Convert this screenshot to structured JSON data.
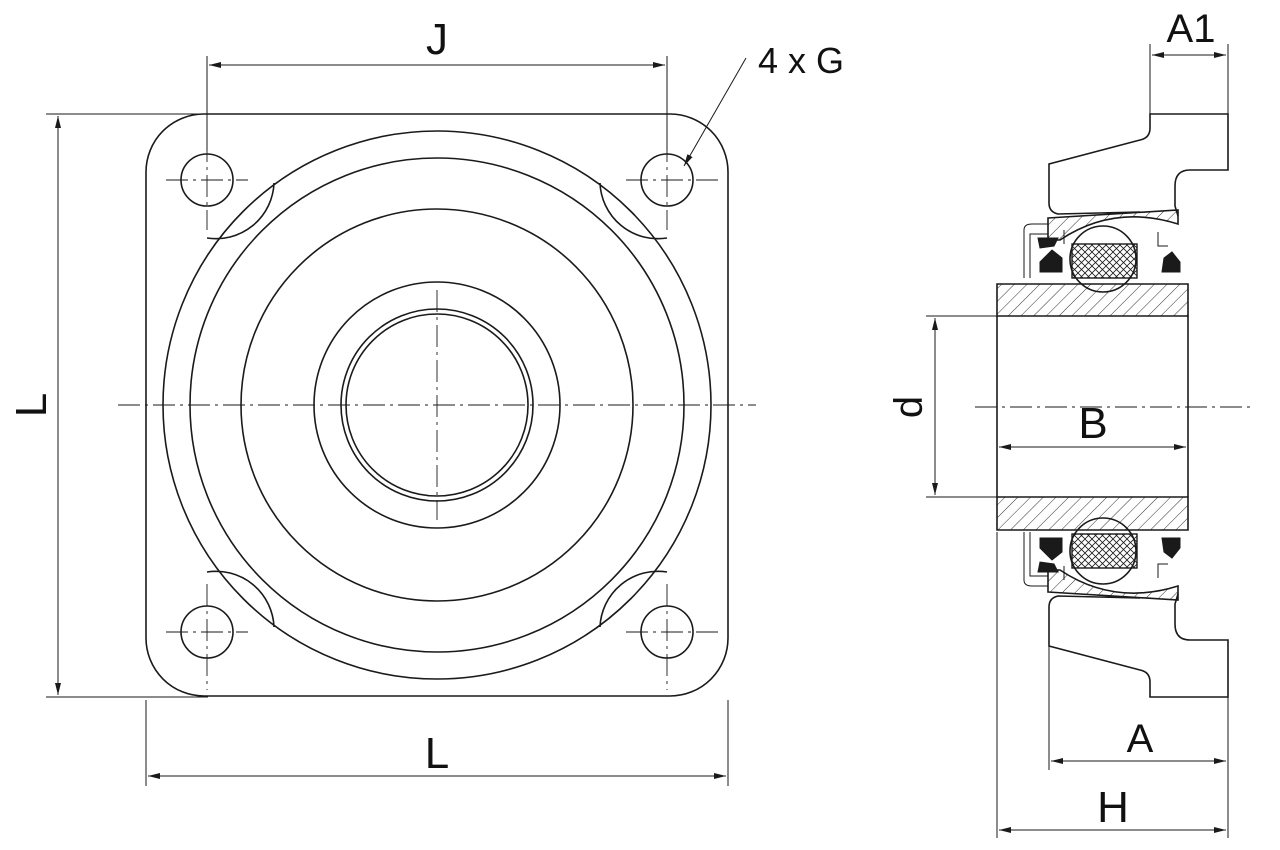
{
  "labels": {
    "j": "J",
    "holes": "4 x G",
    "l_vertical": "L",
    "l_horizontal": "L",
    "a1": "A1",
    "d": "d",
    "b": "B",
    "a": "A",
    "h": "H"
  }
}
